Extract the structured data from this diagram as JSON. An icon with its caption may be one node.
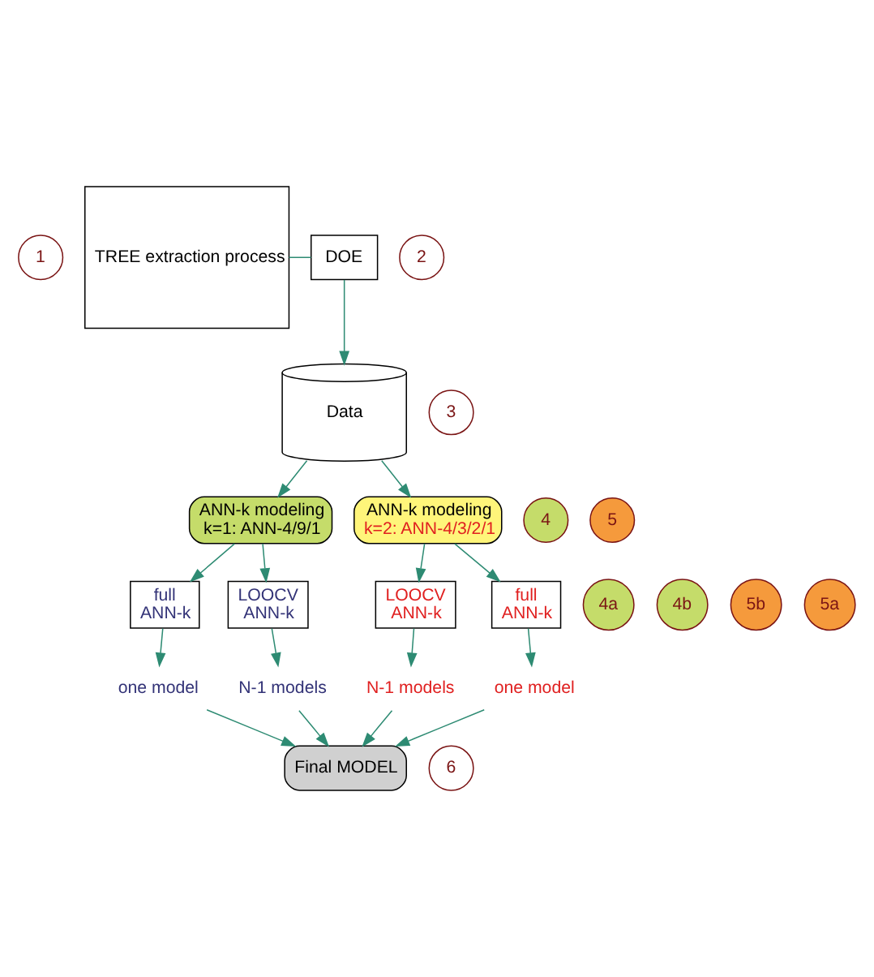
{
  "diagram": {
    "nodes": [
      {
        "text": [
          "1"
        ]
      },
      {
        "text": [
          "TREE extraction process"
        ]
      },
      {
        "text": [
          "DOE"
        ]
      },
      {
        "text": [
          "2"
        ]
      },
      {
        "text": [
          "3"
        ]
      },
      {
        "text": [
          "Data"
        ]
      },
      {
        "text": [
          "4"
        ]
      },
      {
        "text": [
          "ANN-k modeling",
          "k=1: ANN-4/9/1"
        ]
      },
      {
        "text": [
          "ANN-k modeling",
          "k=2: ANN-4/3/2/1"
        ]
      },
      {
        "text": [
          "5"
        ]
      },
      {
        "text": [
          "4a"
        ]
      },
      {
        "text": [
          "4b"
        ]
      },
      {
        "text": [
          "5b"
        ]
      },
      {
        "text": [
          "5a"
        ]
      },
      {
        "text": [
          "full ANN-k"
        ]
      },
      {
        "text": [
          "LOOCV ANN-k"
        ]
      },
      {
        "text": [
          "LOOCV ANN-k"
        ]
      },
      {
        "text": [
          "full ANN-k"
        ]
      },
      {
        "text": [
          "one model"
        ]
      },
      {
        "text": [
          "N-1 models"
        ]
      },
      {
        "text": [
          "N-1 models"
        ]
      },
      {
        "text": [
          "one model"
        ]
      },
      {
        "text": [
          "Final MODEL"
        ]
      },
      {
        "text": [
          "6"
        ]
      }
    ],
    "edges": [
      {
        "from": 1,
        "to": 2,
        "arrow": "none"
      },
      {
        "from": 2,
        "to": 5,
        "arrow": "to"
      },
      {
        "from": 5,
        "to": 7,
        "arrow": "to"
      },
      {
        "from": 5,
        "to": 8,
        "arrow": "to"
      },
      {
        "from": 7,
        "to": 14,
        "arrow": "to"
      },
      {
        "from": 7,
        "to": 15,
        "arrow": "to"
      },
      {
        "from": 8,
        "to": 16,
        "arrow": "to"
      },
      {
        "from": 8,
        "to": 17,
        "arrow": "to"
      },
      {
        "from": 14,
        "to": 18,
        "arrow": "to"
      },
      {
        "from": 15,
        "to": 19,
        "arrow": "to"
      },
      {
        "from": 16,
        "to": 20,
        "arrow": "to"
      },
      {
        "from": 17,
        "to": 21,
        "arrow": "to"
      },
      {
        "from": 18,
        "to": 22,
        "arrow": "to"
      },
      {
        "from": 19,
        "to": 22,
        "arrow": "to"
      },
      {
        "from": 20,
        "to": 22,
        "arrow": "to"
      },
      {
        "from": 21,
        "to": 22,
        "arrow": "to"
      }
    ]
  }
}
